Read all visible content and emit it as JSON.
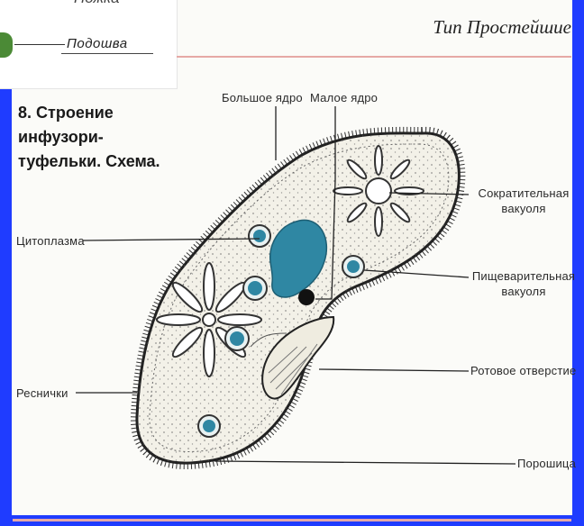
{
  "inset": {
    "cut_text": "Ножка",
    "label": "Подошва"
  },
  "header": {
    "title": "Тип Простейшие"
  },
  "figure": {
    "title_line1": "8. Строение инфузори-",
    "title_line2": "туфельки. Схема."
  },
  "labels": {
    "big_nucleus": "Большое ядро",
    "small_nucleus": "Малое ядро",
    "cytoplasm": "Цитоплазма",
    "cilia": "Реснички",
    "contractile_1": "Сократительная",
    "contractile_2": "вакуоля",
    "digestive_1": "Пищеварительная",
    "digestive_2": "вакуоля",
    "mouth": "Ротовое отверстие",
    "anus": "Порошица"
  },
  "colors": {
    "side_bars": "#1f3cff",
    "nucleus": "#2f87a3",
    "rule": "#e6a9a6",
    "foot": "#4b8a36"
  }
}
